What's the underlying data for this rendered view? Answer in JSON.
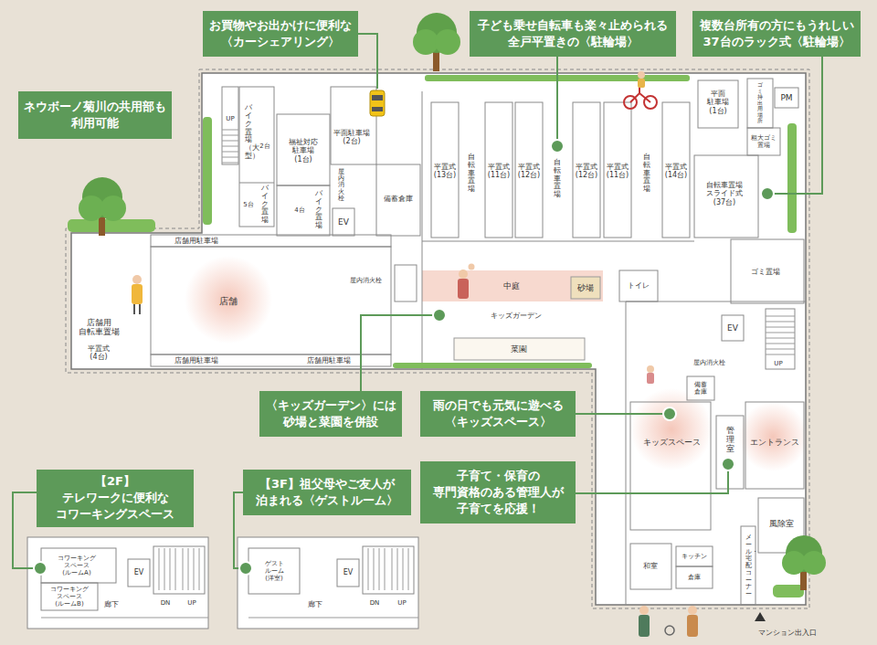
{
  "diagram": {
    "nodes": [
      {
        "text": [
          "ネウボーノ菊川の共用部も 利用可能"
        ]
      },
      {
        "text": [
          "お買物やお出かけに便利な 〈カーシェアリング〉"
        ]
      },
      {
        "text": [
          "子ども乗せ自転車も楽々止められる 全戸平置きの〈駐輪場〉"
        ]
      },
      {
        "text": [
          "複数台所有の方にもうれしい 37台のラック式〈駐輪場〉"
        ]
      },
      {
        "text": [
          "〈キッズガーデン〉には 砂場と菜園を併設"
        ]
      },
      {
        "text": [
          "雨の日でも元気に遊べる 〈キッズスペース〉"
        ]
      },
      {
        "text": [
          "子育て・保育の 専門資格のある管理人が 子育てを応援！"
        ]
      },
      {
        "text": [
          "【2F】テレワークに便利な コワーキングスペース"
        ]
      },
      {
        "text": [
          "【3F】祖父母やご友人が 泊まれる〈ゲストルーム〉"
        ]
      }
    ],
    "labels": [
      "UP",
      "バイク置場（大型）",
      "2台",
      "5台",
      "バイク置場",
      "福祉対応 駐車場 (1台)",
      "平面駐車場 (2台)",
      "4台",
      "バイク置場",
      "屋内消火栓",
      "EV",
      "備蓄倉庫",
      "店舗用駐車場",
      "屋内消火栓",
      "店舗",
      "店舗用 自転車置場",
      "平置式 (4台)",
      "店舗用駐車場",
      "店舗用駐車場",
      "平置式 (13台)",
      "自転車置場",
      "平置式 (11台)",
      "平置式 (12台)",
      "自転車置場",
      "平置式 (12台)",
      "平置式 (11台)",
      "自転車置場",
      "平置式 (14台)",
      "平面 駐車場 (1台)",
      "ゴミ持出用場所",
      "PM",
      "粗大ゴミ 置場",
      "自転車置場 スライド式 (37台)",
      "ゴミ置場",
      "中庭",
      "砂場",
      "トイレ",
      "キッズガーデン",
      "菜園",
      "EV",
      "UP",
      "屋内消火栓",
      "備蓄 倉庫",
      "キッズスペース",
      "管理室",
      "エントランス",
      "風除室",
      "メール・宅配コーナー",
      "和室",
      "キッチン",
      "倉庫",
      "マンション出入口",
      "コワーキング スペース (ルームA)",
      "コワーキング スペース (ルームB)",
      "EV",
      "廊下",
      "DN",
      "UP",
      "ゲスト ルーム (洋室)",
      "EV",
      "廊下",
      "DN",
      "UP"
    ]
  }
}
